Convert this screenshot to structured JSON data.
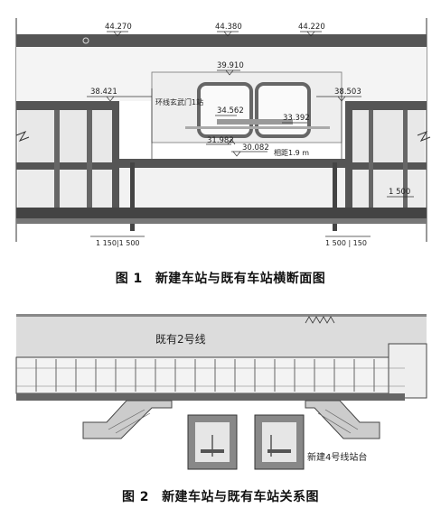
{
  "figure1": {
    "elevations": {
      "top_left": "44.270",
      "top_mid": "44.380",
      "top_right": "44.220",
      "inner_top": "39.910",
      "left": "38.421",
      "right": "38.503",
      "mid_left": "34.562",
      "mid_right": "33.392",
      "low_left": "31.982",
      "low_mid": "30.082"
    },
    "station_label": "环线玄武门1站",
    "distance_label": "相距1.9 m",
    "dim_right": "1 500",
    "bottom_left_dims": "1 150|1 500",
    "bottom_right_dims": "1 500 | 150",
    "caption_number": "图 1",
    "caption_text": "新建车站与既有车站横断面图"
  },
  "figure2": {
    "existing_line_label": "既有2号线",
    "new_platform_label": "新建4号线站台",
    "caption_number": "图 2",
    "caption_text": "新建车站与既有车站关系图"
  }
}
